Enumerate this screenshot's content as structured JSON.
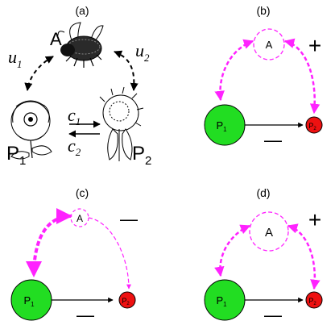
{
  "panels": {
    "a": {
      "label": "(a)",
      "node_a": "A",
      "node_p1": {
        "letter": "P",
        "sub": "1"
      },
      "node_p2": {
        "letter": "P",
        "sub": "2"
      },
      "u1": {
        "sym": "u",
        "sub": "1"
      },
      "u2": {
        "sym": "u",
        "sub": "2"
      },
      "c1": {
        "sym": "c",
        "sub": "1"
      },
      "c2": {
        "sym": "c",
        "sub": "2"
      }
    },
    "b": {
      "label": "(b)",
      "node_a": "A",
      "p1": {
        "letter": "P",
        "sub": "1"
      },
      "p2": {
        "letter": "P",
        "sub": "2"
      },
      "sign_top": "+",
      "sign_bottom": "—"
    },
    "c": {
      "label": "(c)",
      "node_a": "A",
      "p1": {
        "letter": "P",
        "sub": "1"
      },
      "p2": {
        "letter": "P",
        "sub": "2"
      },
      "sign_top": "—",
      "sign_bottom": "—"
    },
    "d": {
      "label": "(d)",
      "node_a": "A",
      "p1": {
        "letter": "P",
        "sub": "1"
      },
      "p2": {
        "letter": "P",
        "sub": "2"
      },
      "sign_top": "+",
      "sign_bottom": "—"
    }
  },
  "colors": {
    "p1_fill": "#22dd22",
    "p2_fill": "#ee1111",
    "link": "#ff22ff",
    "line": "#000000"
  }
}
